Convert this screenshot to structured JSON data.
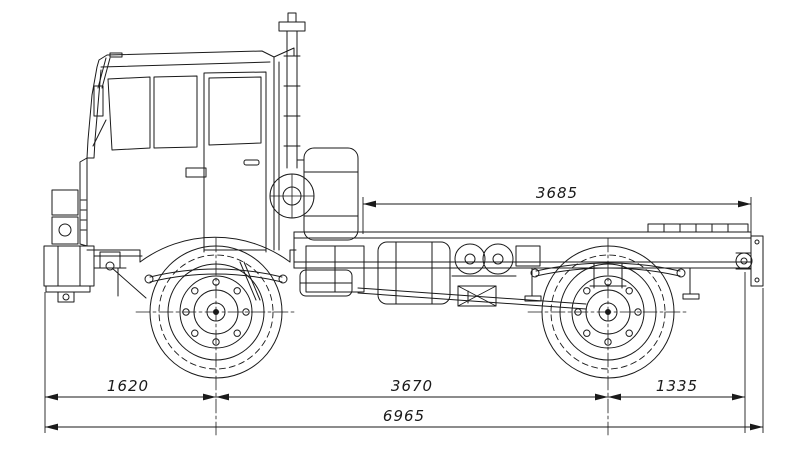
{
  "drawing": {
    "subject": "cab-over-truck-chassis-side-view-technical-drawing",
    "line_color": "#1a1a1a",
    "background": "#ffffff"
  },
  "dims": {
    "rear_frame": {
      "value": "3685"
    },
    "front_overhang": {
      "value": "1620"
    },
    "wheelbase": {
      "value": "3670"
    },
    "rear_overhang": {
      "value": "1335"
    },
    "overall_length": {
      "value": "6965"
    }
  }
}
